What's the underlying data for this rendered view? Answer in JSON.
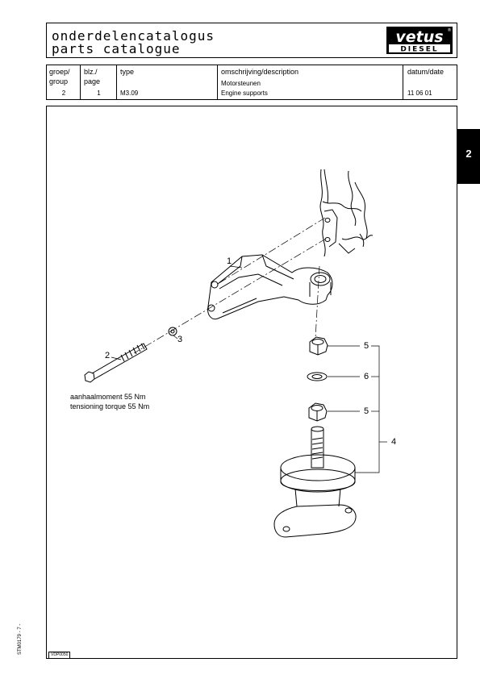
{
  "title": {
    "line1": "onderdelencatalogus",
    "line2": "parts catalogue",
    "logo_top": "vetus",
    "logo_bottom": "DIESEL",
    "logo_mark": "®"
  },
  "header": {
    "group_label_nl": "groep/",
    "group_label_en": "group",
    "group_value": "2",
    "page_label_nl": "blz./",
    "page_label_en": "page",
    "page_value": "1",
    "type_label": "type",
    "type_value": "M3.09",
    "desc_label": "omschrijving/description",
    "desc_nl": "Motorsteunen",
    "desc_en": "Engine supports",
    "date_label": "datum/date",
    "date_value": "11 06 01"
  },
  "section_tab": "2",
  "drawing": {
    "callouts": [
      "1",
      "2",
      "3",
      "4",
      "5",
      "6",
      "5"
    ],
    "torque_note_nl": "aanhaalmoment 55 Nm",
    "torque_note_en": "tensioning torque 55 Nm"
  },
  "footer": {
    "side_code": "STM0179 - 7 -",
    "ref_code": "VDP0050"
  }
}
